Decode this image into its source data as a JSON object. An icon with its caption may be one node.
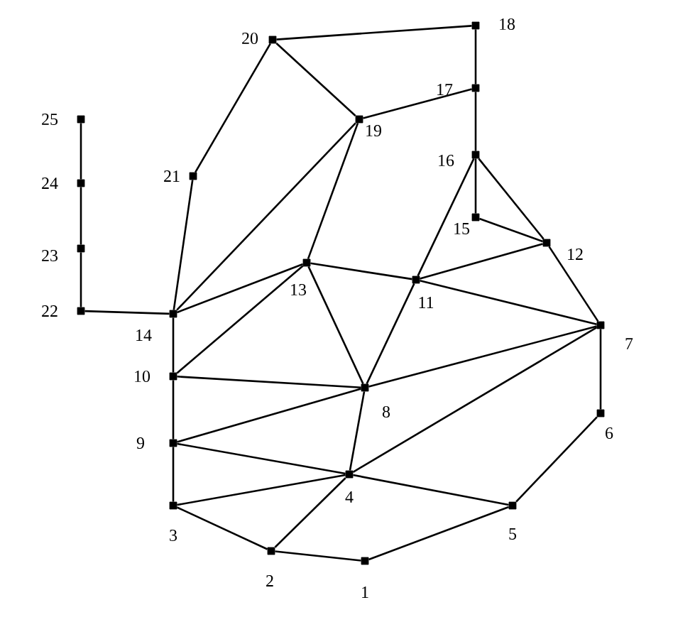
{
  "diagram": {
    "nodes": [
      {
        "text": [],
        "shape": "box",
        "beside": [
          "1"
        ]
      },
      {
        "text": [],
        "shape": "box",
        "beside": [
          "2"
        ]
      },
      {
        "text": [],
        "shape": "box",
        "beside": [
          "3"
        ]
      },
      {
        "text": [],
        "shape": "box",
        "beside": [
          "4"
        ]
      },
      {
        "text": [],
        "shape": "box",
        "beside": [
          "5"
        ]
      },
      {
        "text": [],
        "shape": "box",
        "beside": [
          "6"
        ]
      },
      {
        "text": [],
        "shape": "box",
        "beside": [
          "7"
        ]
      },
      {
        "text": [],
        "shape": "box",
        "beside": [
          "8"
        ]
      },
      {
        "text": [],
        "shape": "box",
        "beside": [
          "9"
        ]
      },
      {
        "text": [],
        "shape": "box",
        "beside": [
          "10"
        ]
      },
      {
        "text": [],
        "shape": "box",
        "beside": [
          "11"
        ]
      },
      {
        "text": [],
        "shape": "box",
        "beside": [
          "12"
        ]
      },
      {
        "text": [],
        "shape": "box",
        "beside": [
          "13"
        ]
      },
      {
        "text": [],
        "shape": "box",
        "beside": [
          "14"
        ]
      },
      {
        "text": [],
        "shape": "box",
        "beside": [
          "15"
        ]
      },
      {
        "text": [],
        "shape": "box",
        "beside": [
          "16"
        ]
      },
      {
        "text": [],
        "shape": "box",
        "beside": [
          "17"
        ]
      },
      {
        "text": [],
        "shape": "box",
        "beside": [
          "18"
        ]
      },
      {
        "text": [],
        "shape": "box",
        "beside": [
          "19"
        ]
      },
      {
        "text": [],
        "shape": "box",
        "beside": [
          "20"
        ]
      },
      {
        "text": [],
        "shape": "box",
        "beside": [
          "21"
        ]
      },
      {
        "text": [],
        "shape": "box",
        "beside": [
          "22"
        ]
      },
      {
        "text": [],
        "shape": "box",
        "beside": [
          "23"
        ]
      },
      {
        "text": [],
        "shape": "box",
        "beside": [
          "24"
        ]
      },
      {
        "text": [],
        "shape": "box",
        "beside": [
          "25"
        ]
      }
    ],
    "edges": [
      {
        "from": 0,
        "to": 1,
        "arrow": "none"
      },
      {
        "from": 0,
        "to": 4,
        "arrow": "none"
      },
      {
        "from": 1,
        "to": 2,
        "arrow": "none"
      },
      {
        "from": 1,
        "to": 3,
        "arrow": "none"
      },
      {
        "from": 2,
        "to": 3,
        "arrow": "none"
      },
      {
        "from": 2,
        "to": 8,
        "arrow": "none"
      },
      {
        "from": 3,
        "to": 4,
        "arrow": "none"
      },
      {
        "from": 3,
        "to": 8,
        "arrow": "none"
      },
      {
        "from": 3,
        "to": 7,
        "arrow": "none"
      },
      {
        "from": 3,
        "to": 6,
        "arrow": "none"
      },
      {
        "from": 4,
        "to": 5,
        "arrow": "none"
      },
      {
        "from": 5,
        "to": 6,
        "arrow": "none"
      },
      {
        "from": 6,
        "to": 7,
        "arrow": "none"
      },
      {
        "from": 6,
        "to": 10,
        "arrow": "none"
      },
      {
        "from": 6,
        "to": 11,
        "arrow": "none"
      },
      {
        "from": 7,
        "to": 8,
        "arrow": "none"
      },
      {
        "from": 7,
        "to": 9,
        "arrow": "none"
      },
      {
        "from": 7,
        "to": 10,
        "arrow": "none"
      },
      {
        "from": 7,
        "to": 12,
        "arrow": "none"
      },
      {
        "from": 8,
        "to": 9,
        "arrow": "none"
      },
      {
        "from": 9,
        "to": 13,
        "arrow": "none"
      },
      {
        "from": 9,
        "to": 12,
        "arrow": "none"
      },
      {
        "from": 10,
        "to": 12,
        "arrow": "none"
      },
      {
        "from": 10,
        "to": 11,
        "arrow": "none"
      },
      {
        "from": 10,
        "to": 15,
        "arrow": "none"
      },
      {
        "from": 11,
        "to": 14,
        "arrow": "none"
      },
      {
        "from": 11,
        "to": 15,
        "arrow": "none"
      },
      {
        "from": 12,
        "to": 13,
        "arrow": "none"
      },
      {
        "from": 12,
        "to": 18,
        "arrow": "none"
      },
      {
        "from": 13,
        "to": 18,
        "arrow": "none"
      },
      {
        "from": 13,
        "to": 20,
        "arrow": "none"
      },
      {
        "from": 13,
        "to": 21,
        "arrow": "none"
      },
      {
        "from": 14,
        "to": 15,
        "arrow": "none"
      },
      {
        "from": 15,
        "to": 16,
        "arrow": "none"
      },
      {
        "from": 16,
        "to": 17,
        "arrow": "none"
      },
      {
        "from": 16,
        "to": 18,
        "arrow": "none"
      },
      {
        "from": 17,
        "to": 19,
        "arrow": "none"
      },
      {
        "from": 18,
        "to": 19,
        "arrow": "none"
      },
      {
        "from": 19,
        "to": 20,
        "arrow": "none"
      },
      {
        "from": 21,
        "to": 22,
        "arrow": "none"
      },
      {
        "from": 22,
        "to": 23,
        "arrow": "none"
      },
      {
        "from": 23,
        "to": 24,
        "arrow": "none"
      }
    ]
  }
}
